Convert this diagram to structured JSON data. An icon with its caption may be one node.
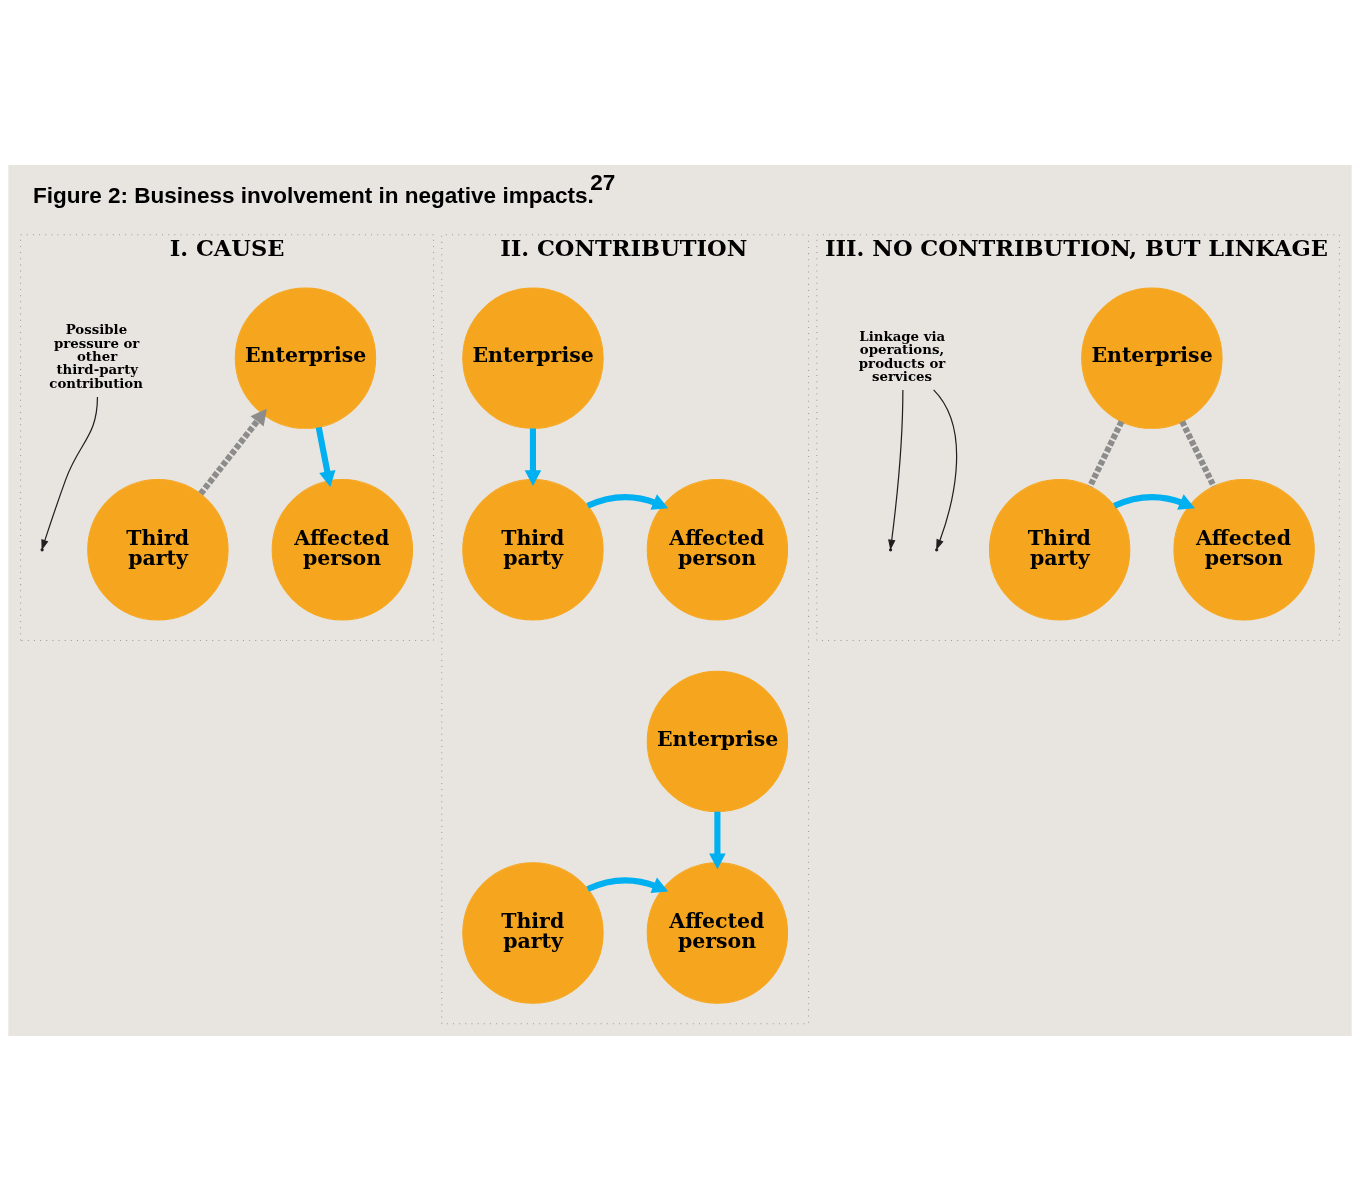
{
  "diagram": {
    "title": "Figure 2: Business involvement in negative impacts.$^{27}$",
    "nodes": [
      {
        "text": [
          "I. CAUSE"
        ]
      },
      {
        "text": [
          "Enterprise"
        ],
        "in": 0
      },
      {
        "text": [
          "Third party"
        ],
        "in": 0
      },
      {
        "text": [
          "Affected person"
        ],
        "in": 0
      },
      {
        "text": [
          "Possible pressure or other third-party contribution"
        ],
        "in": 0
      },
      {
        "text": [
          "II. CONTRIBUTION"
        ]
      },
      {
        "text": [
          "Enterprise"
        ],
        "in": 5
      },
      {
        "text": [
          "Third party"
        ],
        "in": 5
      },
      {
        "text": [
          "Affected person"
        ],
        "in": 5
      },
      {
        "text": [
          "Enterprise"
        ],
        "in": 5
      },
      {
        "text": [
          "Third party"
        ],
        "in": 5
      },
      {
        "text": [
          "Affected person"
        ],
        "in": 5
      },
      {
        "text": [
          "III. NO CONTRIBUTION, BUT LINKAGE"
        ]
      },
      {
        "text": [
          "Enterprise"
        ],
        "in": 12
      },
      {
        "text": [
          "Third party"
        ],
        "in": 12
      },
      {
        "text": [
          "Affected person"
        ],
        "in": 12
      },
      {
        "text": [
          "Linkage via operations, products or services"
        ],
        "in": 12
      }
    ],
    "edges": [
      {
        "from": 1,
        "to": 3,
        "arrow": "to"
      },
      {
        "from": 2,
        "to": 1,
        "arrow": "to",
        "style": "dashed",
        "color": "#8c8c8c"
      },
      {
        "from": 4,
        "to": null,
        "arrow": "to",
        "color": "#231f20"
      },
      {
        "from": 6,
        "to": 7,
        "arrow": "to"
      },
      {
        "from": 7,
        "to": 8,
        "arrow": "to"
      },
      {
        "from": 9,
        "to": 11,
        "arrow": "to"
      },
      {
        "from": 10,
        "to": 11,
        "arrow": "to"
      },
      {
        "from": 13,
        "to": 14,
        "arrow": "none",
        "style": "dashed",
        "color": "#8c8c8c"
      },
      {
        "from": 13,
        "to": 15,
        "arrow": "none",
        "style": "dashed",
        "color": "#8c8c8c"
      },
      {
        "from": 14,
        "to": 15,
        "arrow": "to"
      },
      {
        "from": 16,
        "to": null,
        "arrow": "to",
        "color": "#231f20"
      },
      {
        "from": 16,
        "to": null,
        "arrow": "to",
        "color": "#231f20"
      }
    ]
  }
}
